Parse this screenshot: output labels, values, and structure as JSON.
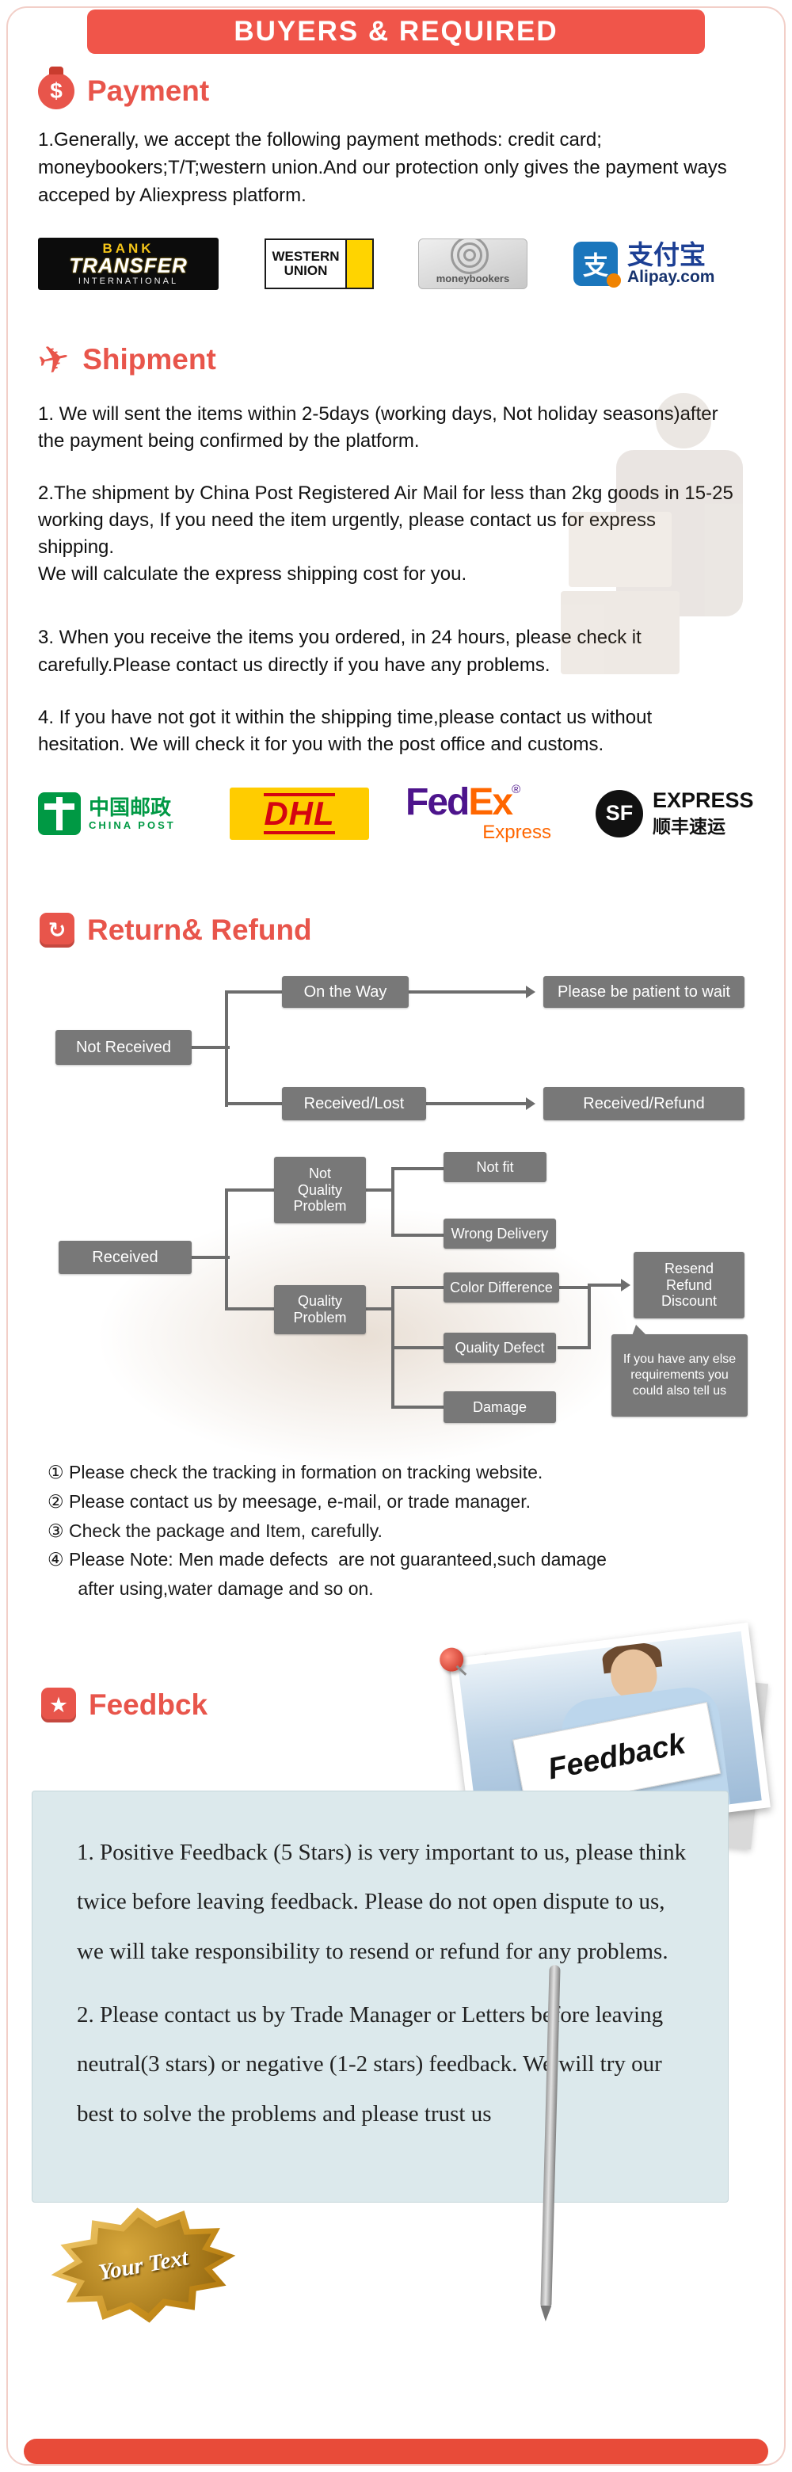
{
  "page": {
    "header": "BUYERS & REQUIRED"
  },
  "icons": {
    "payment": "$",
    "shipment": "✈",
    "returns": "↻",
    "feedback": "★"
  },
  "payment": {
    "title": "Payment",
    "body": "1.Generally, we accept the following payment methods: credit card; moneybookers;T/T;western union.And our protection only gives the payment ways acceped by Aliexpress platform.",
    "logos": {
      "bank": [
        "BANK",
        "TRANSFER",
        "INTERNATIONAL"
      ],
      "wu": [
        "WESTERN",
        "UNION"
      ],
      "mb": "moneybookers",
      "alipay": [
        "支付宝",
        "Alipay.com",
        "支"
      ]
    }
  },
  "shipment": {
    "title": "Shipment",
    "items": [
      "1. We will sent the items within 2-5days (working days, Not holiday seasons)after the payment being confirmed by the platform.",
      "2.The shipment by China Post Registered Air Mail for less than  2kg goods in 15-25 working days, If  you need the item urgently, please contact us for express shipping.\nWe will calculate the express shipping cost for you.",
      "3. When you receive the items you ordered, in 24 hours, please check  it carefully.Please contact us directly if you have any problems.",
      "4. If you have not got it within the shipping time,please contact us without hesitation. We will check it for you with the post office and customs."
    ],
    "logos": {
      "cp": [
        "中国邮政",
        "CHINA POST"
      ],
      "dhl": "DHL",
      "fedex": [
        "Fed",
        "Ex",
        "®",
        "Express"
      ],
      "sf": [
        "SF",
        "EXPRESS",
        "顺丰速运"
      ]
    }
  },
  "returns": {
    "title": "Return& Refund",
    "flow": {
      "on_the_way": "On the Way",
      "patient": "Please be patient to wait",
      "not_received": "Not Received",
      "received_lost": "Received/Lost",
      "received_refund": "Received/Refund",
      "not_fit": "Not fit",
      "nqp": "Not\nQuality\nProblem",
      "wrong_delivery": "Wrong Delivery",
      "received": "Received",
      "color_diff": "Color Difference",
      "resend": "Resend\nRefund\nDiscount",
      "qp": "Quality\nProblem",
      "quality_defect": "Quality Defect",
      "else_note": "If you have any else requirements you could also tell us",
      "damage": "Damage"
    },
    "notes": [
      "① Please check the tracking in formation on tracking website.",
      "② Please contact us by meesage, e-mail, or trade manager.",
      "③ Check the package and Item, carefully.",
      "④ Please Note: Men made defects  are not guaranteed,such damage\n      after using,water damage and so on."
    ]
  },
  "feedback": {
    "title": "Feedbck",
    "sign": "Feedback",
    "para1": "1. Positive Feedback (5 Stars) is very important to us, please think twice before leaving feedback. Please do not open dispute to us,   we will take responsibility to resend or refund for any problems.",
    "para2": "2. Please contact us by Trade Manager or Letters before leaving neutral(3 stars) or negative (1-2 stars) feedback. We will try our best to solve the problems and please trust us",
    "badge": "Your Text"
  }
}
